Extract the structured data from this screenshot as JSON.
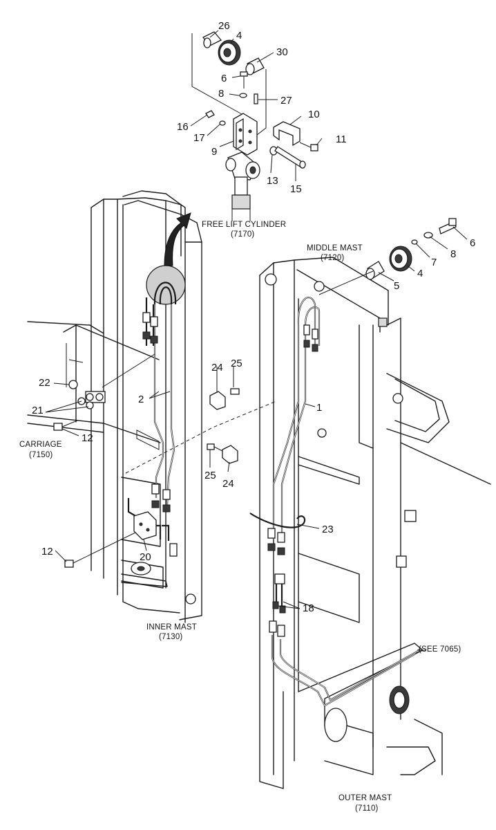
{
  "labels": {
    "free_lift_cylinder": "FREE LIFT CYLINDER",
    "free_lift_cylinder_code": "(7170)",
    "middle_mast": "MIDDLE MAST",
    "middle_mast_code": "(7120)",
    "carriage": "CARRIAGE",
    "carriage_code": "(7150)",
    "inner_mast": "INNER MAST",
    "inner_mast_code": "(7130)",
    "outer_mast": "OUTER MAST",
    "outer_mast_code": "(7110)",
    "see_ref": "(SEE 7065)"
  },
  "callouts": {
    "n26": "26",
    "n4a": "4",
    "n30": "30",
    "n6a": "6",
    "n8a": "8",
    "n27": "27",
    "n10": "10",
    "n16": "16",
    "n17": "17",
    "n11": "11",
    "n9": "9",
    "n13": "13",
    "n15": "15",
    "n6b": "6",
    "n8b": "8",
    "n7": "7",
    "n4b": "4",
    "n5": "5",
    "n24a": "24",
    "n25a": "25",
    "n22": "22",
    "n2": "2",
    "n21": "21",
    "n1": "1",
    "n12a": "12",
    "n25b": "25",
    "n24b": "24",
    "n23": "23",
    "n12b": "12",
    "n20": "20",
    "n18": "18"
  }
}
